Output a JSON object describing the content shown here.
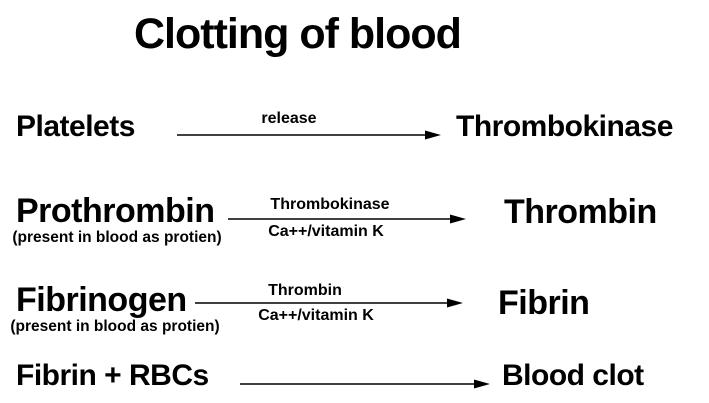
{
  "title": "Clotting of blood",
  "colors": {
    "background": "#ffffff",
    "text": "#000000",
    "arrow": "#000000"
  },
  "diagram": {
    "rows": [
      {
        "source": "Platelets",
        "source_note": "",
        "label_above": "release",
        "label_below": "",
        "target": "Thrombokinase"
      },
      {
        "source": "Prothrombin",
        "source_note": "(present in blood as protien)",
        "label_above": "Thrombokinase",
        "label_below": "Ca++/vitamin K",
        "target": "Thrombin"
      },
      {
        "source": "Fibrinogen",
        "source_note": "(present in blood as protien)",
        "label_above": "Thrombin",
        "label_below": "Ca++/vitamin K",
        "target": "Fibrin"
      },
      {
        "source": "Fibrin + RBCs",
        "source_note": "",
        "label_above": "",
        "label_below": "",
        "target": "Blood clot"
      }
    ]
  }
}
